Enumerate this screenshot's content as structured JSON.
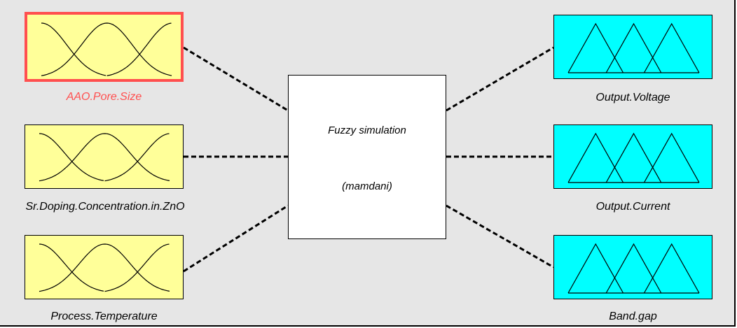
{
  "fis": {
    "name": "Fuzzy simulation",
    "type_label": "(mamdani)"
  },
  "inputs": [
    {
      "label": "AAO.Pore.Size",
      "selected": true,
      "mf_shape": "gaussian",
      "mf_count": 3
    },
    {
      "label": "Sr.Doping.Concentration.in.ZnO",
      "selected": false,
      "mf_shape": "gaussian",
      "mf_count": 3
    },
    {
      "label": "Process.Temperature",
      "selected": false,
      "mf_shape": "gaussian",
      "mf_count": 3
    }
  ],
  "outputs": [
    {
      "label": "Output.Voltage",
      "mf_shape": "triangular",
      "mf_count": 3
    },
    {
      "label": "Output.Current",
      "mf_shape": "triangular",
      "mf_count": 3
    },
    {
      "label": "Band.gap",
      "mf_shape": "triangular",
      "mf_count": 3
    }
  ],
  "colors": {
    "background": "#e6e6e6",
    "input_fill": "#ffff99",
    "output_fill": "#00ffff",
    "selection": "#ff4f4f"
  }
}
